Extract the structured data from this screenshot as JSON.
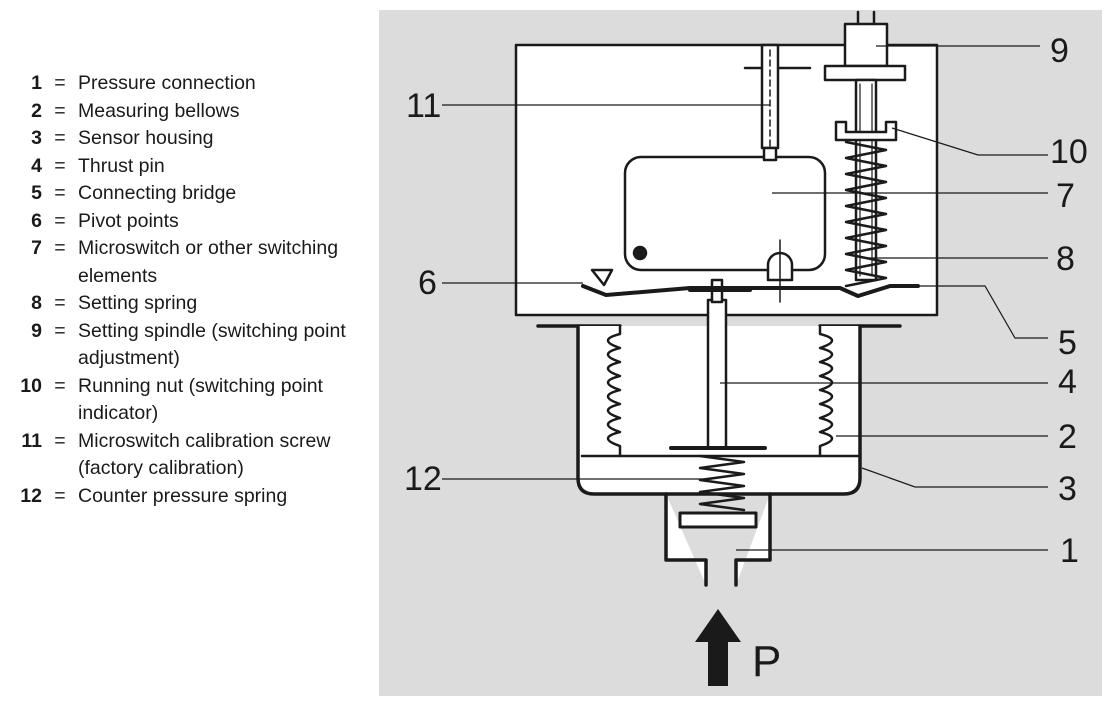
{
  "legend": [
    {
      "num": "1",
      "text": "Pressure connection"
    },
    {
      "num": "2",
      "text": "Measuring bellows"
    },
    {
      "num": "3",
      "text": "Sensor housing"
    },
    {
      "num": "4",
      "text": "Thrust pin"
    },
    {
      "num": "5",
      "text": "Connecting bridge"
    },
    {
      "num": "6",
      "text": "Pivot points"
    },
    {
      "num": "7",
      "text": "Microswitch or other switching elements"
    },
    {
      "num": "8",
      "text": "Setting spring"
    },
    {
      "num": "9",
      "text": "Setting spindle (switching point adjustment)"
    },
    {
      "num": "10",
      "text": "Running nut (switching point indicator)"
    },
    {
      "num": "11",
      "text": "Microswitch calibration screw (factory calibration)"
    },
    {
      "num": "12",
      "text": "Counter pressure spring"
    }
  ],
  "equals_sign": "=",
  "diagram": {
    "callouts": [
      "1",
      "2",
      "3",
      "4",
      "5",
      "6",
      "7",
      "8",
      "9",
      "10",
      "11",
      "12"
    ],
    "pressure_label": "P"
  },
  "colors": {
    "figure_background": "#dcdcdc",
    "line": "#1a1a1a",
    "housing_fill": "#ffffff"
  }
}
